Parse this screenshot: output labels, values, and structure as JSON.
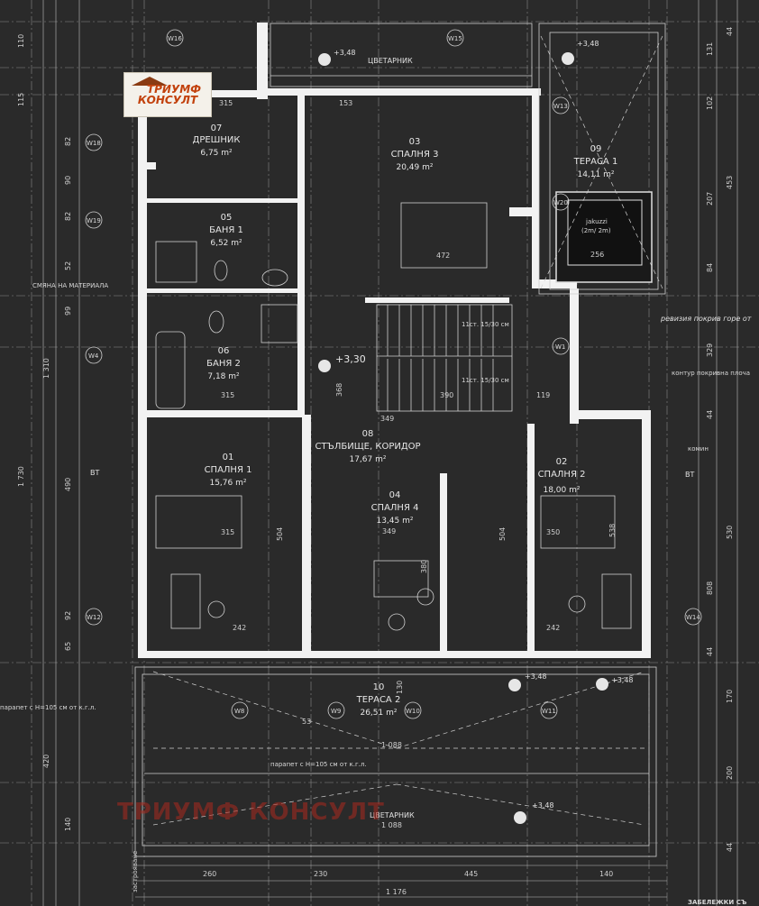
{
  "logo": {
    "line1": "ТРИУМФ",
    "line2": "КОНСУЛТ"
  },
  "watermark": "ТРИУМФ КОНСУЛТ",
  "rooms": [
    {
      "num": "07",
      "name": "ДРЕШНИК",
      "area": "6,75 m²"
    },
    {
      "num": "03",
      "name": "СПАЛНЯ 3",
      "area": "20,49 m²"
    },
    {
      "num": "09",
      "name": "ТЕРАСА 1",
      "area": "14,11 m²"
    },
    {
      "num": "05",
      "name": "БАНЯ 1",
      "area": "6,52 m²"
    },
    {
      "num": "06",
      "name": "БАНЯ 2",
      "area": "7,18 m²"
    },
    {
      "num": "08",
      "name": "СТЪЛБИЩЕ, КОРИДОР",
      "area": "17,67 m²"
    },
    {
      "num": "01",
      "name": "СПАЛНЯ 1",
      "area": "15,76 m²"
    },
    {
      "num": "04",
      "name": "СПАЛНЯ 4",
      "area": "13,45 m²"
    },
    {
      "num": "02",
      "name": "СПАЛНЯ 2",
      "area": "18,00 m²"
    },
    {
      "num": "10",
      "name": "ТЕРАСА 2",
      "area": "26,51 m²"
    }
  ],
  "labels": {
    "flower_bed_top": "ЦВЕТАРНИК",
    "flower_bed_bottom": "ЦВЕТАРНИК",
    "level_top1": "+3,48",
    "level_top2": "+3,48",
    "level_center": "+3,30",
    "level_terrace_a": "+3,48",
    "level_terrace_b": "+3,48",
    "level_bottom": "+3,48",
    "jacuzzi": "jakuzzi",
    "jacuzzi_size": "(2m/ 2m)",
    "material_change": "СМЯНА НА МАТЕРИАЛА",
    "roof_revision": "ревизия покрив горе от",
    "roof_contour": "контур покривна плоча",
    "chimney": "комин",
    "bt_left": "ВТ",
    "bt_right": "ВТ",
    "parapet_left": "парапет с Н=105 см от к.г.л.",
    "parapet_center": "парапет с Н=105 см от к.г.л.",
    "stairs_top": "11ст. 15/30 см",
    "stairs_bottom": "11ст. 15/30 см",
    "notes": "ЗАБЕЛЕЖКИ СЪ",
    "zastroyavane": "застрояване"
  },
  "windows": {
    "w16": "W16",
    "w15": "W15",
    "w18": "W18",
    "w19": "W19",
    "w20": "W20",
    "w4": "W4",
    "w12": "W12",
    "w14": "W14",
    "w8": "W8",
    "w9": "W9",
    "w10": "W10",
    "w11": "W11",
    "w13": "W13",
    "w1": "W1"
  },
  "dims_left": [
    "110",
    "115",
    "82",
    "90",
    "82",
    "52",
    "99",
    "1 310",
    "1 730",
    "490",
    "92",
    "65",
    "420",
    "140"
  ],
  "dims_right": [
    "44",
    "131",
    "102",
    "453",
    "207",
    "84",
    "329",
    "44",
    "530",
    "808",
    "44",
    "170",
    "200",
    "44"
  ],
  "dims_bottom": [
    "260",
    "230",
    "445",
    "140",
    "1 176"
  ],
  "dims_terrace": [
    "1 088",
    "1 088"
  ],
  "dims_misc": [
    "315",
    "153",
    "315",
    "472",
    "256",
    "349",
    "315",
    "350",
    "242",
    "242",
    "53",
    "130",
    "504",
    "504",
    "380",
    "390",
    "119",
    "349",
    "538",
    "368"
  ]
}
